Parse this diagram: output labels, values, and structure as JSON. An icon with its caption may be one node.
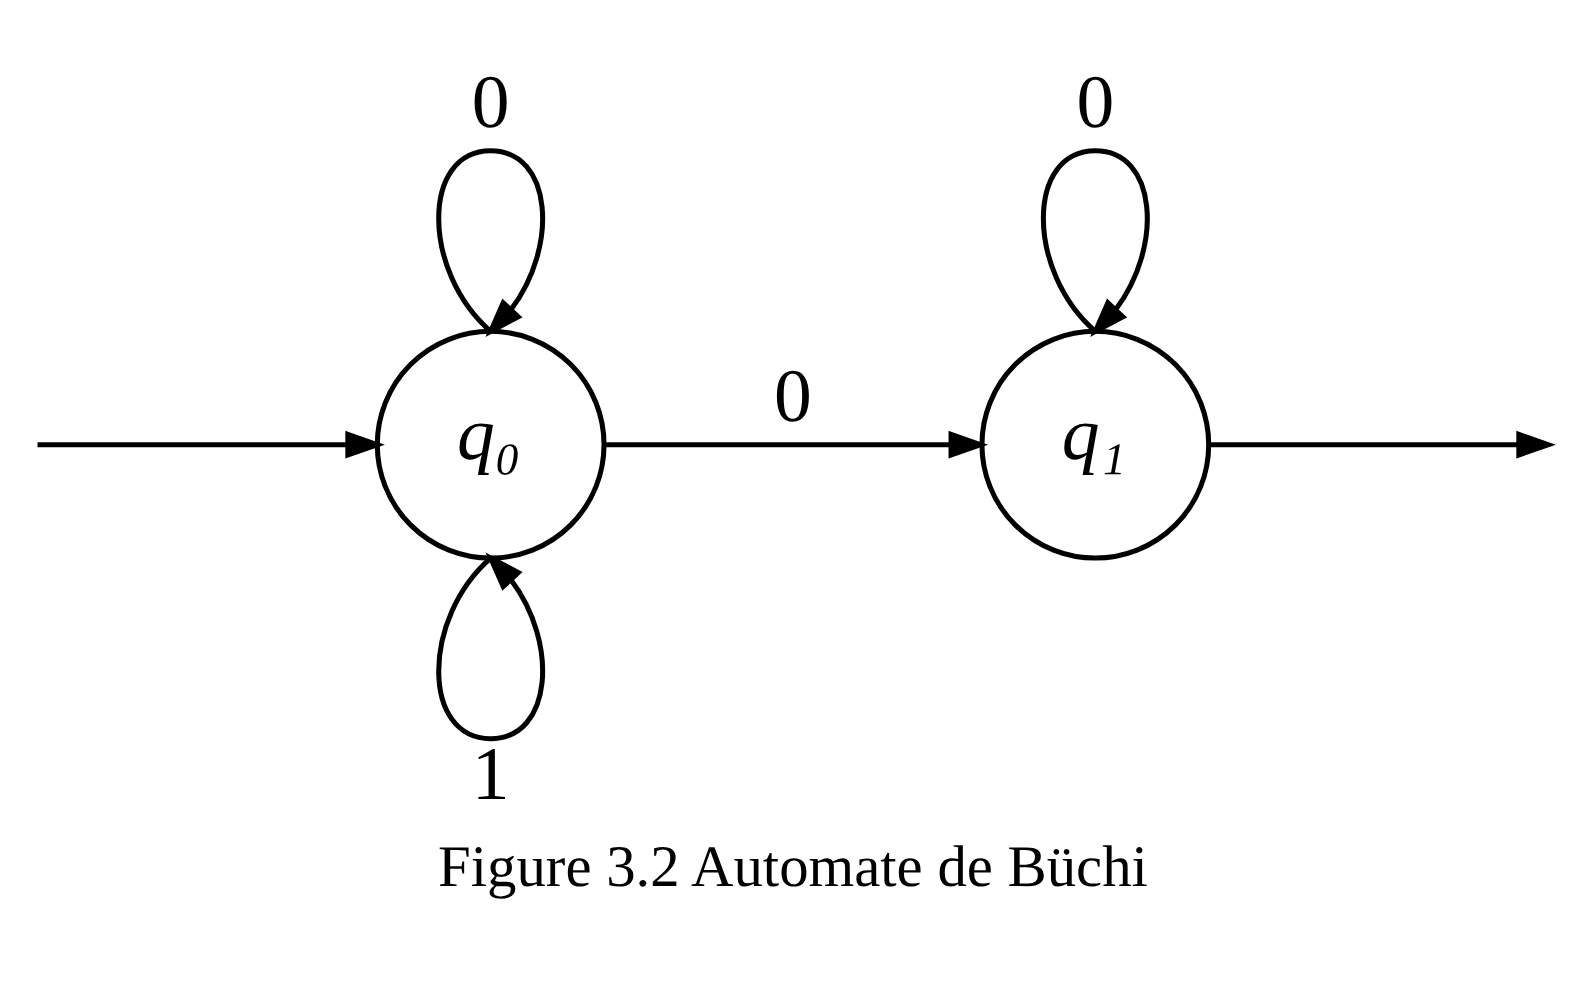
{
  "diagram": {
    "caption": "Figure 3.2 Automate de Büchi",
    "nodes": [
      {
        "text": [
          "q₀"
        ]
      },
      {
        "text": [
          "q₁"
        ]
      }
    ],
    "edges": [
      {
        "from": null,
        "to": 0,
        "arrow": "to"
      },
      {
        "from": 0,
        "to": 0,
        "label": "0",
        "arrow": "to"
      },
      {
        "from": 0,
        "to": 0,
        "label": "1",
        "arrow": "to"
      },
      {
        "from": 0,
        "to": 1,
        "label": "0",
        "arrow": "to"
      },
      {
        "from": 1,
        "to": 1,
        "label": "0",
        "arrow": "to"
      },
      {
        "from": 1,
        "to": null,
        "arrow": "to"
      }
    ]
  }
}
